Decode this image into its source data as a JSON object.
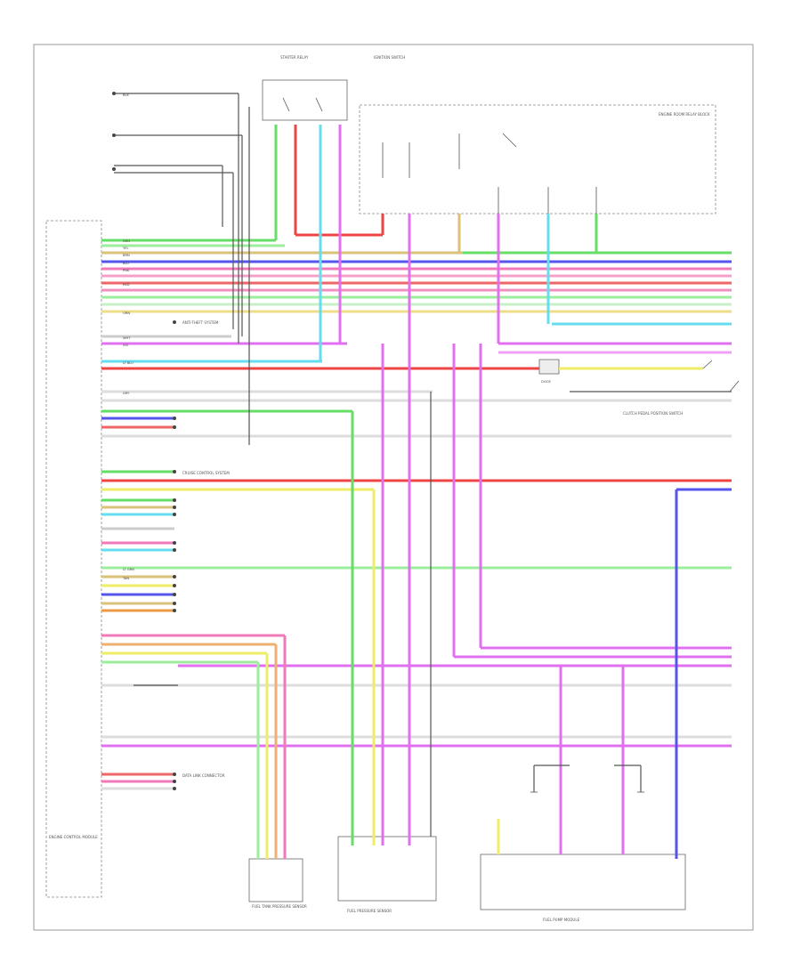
{
  "title": "",
  "components": {
    "ecm": {
      "label": "ENGINE CONTROL MODULE"
    },
    "starter_relay": {
      "label": "STARTER RELAY"
    },
    "engine_room_block": {
      "label": "ENGINE ROOM RELAY BLOCK"
    },
    "ignition_sw": {
      "label": "IGNITION SWITCH"
    },
    "clutch_sw": {
      "label": "CLUTCH PEDAL POSITION SWITCH"
    },
    "fuel_pump_sensor": {
      "label": "FUEL TANK PRESSURE SENSOR"
    },
    "fuel_pressure_sensor": {
      "label": "FUEL PRESSURE SENSOR"
    },
    "fuel_pump_module": {
      "label": "FUEL PUMP MODULE"
    },
    "diode": {
      "label": "DIODE"
    },
    "cruise": {
      "label": "CRUISE CONTROL SYSTEM"
    },
    "antitheft": {
      "label": "ANTI-THEFT SYSTEM"
    },
    "data_link": {
      "label": "DATA LINK CONNECTOR"
    }
  },
  "wire_labels": [
    "GRN",
    "YEL",
    "BRN",
    "BLU",
    "PNK",
    "RED",
    "ORN",
    "WHT",
    "GRY",
    "VIO",
    "LT BLU",
    "LT GRN",
    "BLK",
    "TAN"
  ],
  "page_ref": "",
  "colors": {
    "green": "#66dd66",
    "yellow": "#eeee66",
    "tan": "#d9c27a",
    "blue": "#5555ee",
    "pink": "#f07ab8",
    "red": "#ee4444",
    "violet": "#e070f0",
    "ltblue": "#66ddee",
    "lightgreen": "#9cee9c",
    "gray": "#bbbbbb",
    "orange": "#ee9944",
    "black": "#333333"
  }
}
